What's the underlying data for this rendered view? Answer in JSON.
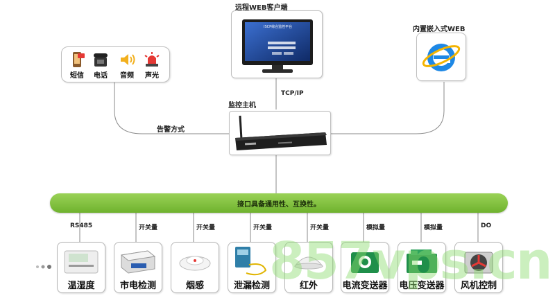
{
  "nodes": {
    "web_client": "远程WEB客户端",
    "embedded_web": "内置嵌入式WEB",
    "host": "监控主机",
    "tcpip": "TCP/IP",
    "alarm_mode": "告警方式"
  },
  "alarms": [
    {
      "label": "短信",
      "icon": "sms-phone-icon"
    },
    {
      "label": "电话",
      "icon": "desk-phone-icon"
    },
    {
      "label": "音频",
      "icon": "speaker-icon"
    },
    {
      "label": "声光",
      "icon": "siren-icon"
    }
  ],
  "bus": {
    "label": "接口具备通用性、互换性。",
    "color": "#7cc13a"
  },
  "interfaces": [
    "RS485",
    "开关量",
    "开关量",
    "开关量",
    "开关量",
    "模拟量",
    "模拟量",
    "DO"
  ],
  "sensors": [
    "温湿度",
    "市电检测",
    "烟感",
    "泄漏检测",
    "红外",
    "电流变送器",
    "电压变送器",
    "风机控制"
  ],
  "screen": {
    "title": "ISCP综合监控平台"
  },
  "watermark": "857vps.cn"
}
